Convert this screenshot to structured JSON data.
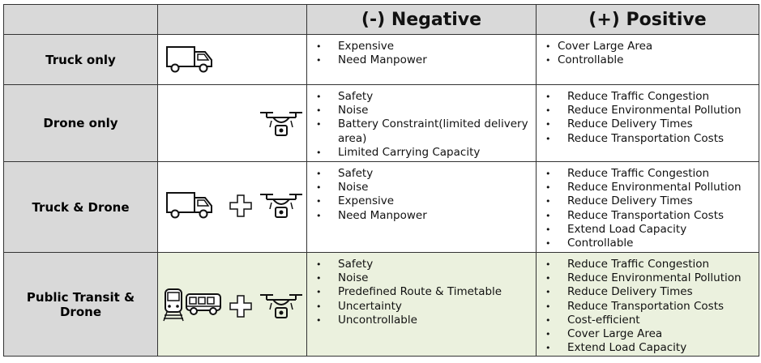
{
  "header": {
    "negative": "(-) Negative",
    "positive": "(+) Positive"
  },
  "rows": [
    {
      "label": "Truck only",
      "negative": [
        "Expensive",
        "Need Manpower"
      ],
      "positive": [
        "Cover Large Area",
        "Controllable"
      ]
    },
    {
      "label": "Drone only",
      "negative": [
        "Safety",
        "Noise",
        "Battery Constraint(limited delivery area)",
        "Limited Carrying Capacity"
      ],
      "positive": [
        "Reduce Traffic Congestion",
        "Reduce Environmental Pollution",
        "Reduce Delivery Times",
        "Reduce Transportation Costs"
      ]
    },
    {
      "label": "Truck & Drone",
      "negative": [
        "Safety",
        "Noise",
        "Expensive",
        "Need Manpower"
      ],
      "positive": [
        "Reduce Traffic Congestion",
        "Reduce Environmental Pollution",
        "Reduce Delivery Times",
        "Reduce Transportation Costs",
        "Extend Load Capacity",
        "Controllable"
      ]
    },
    {
      "label": "Public Transit & Drone",
      "negative": [
        "Safety",
        "Noise",
        "Predefined Route & Timetable",
        "Uncertainty",
        "Uncontrollable"
      ],
      "positive": [
        "Reduce Traffic Congestion",
        "Reduce Environmental Pollution",
        "Reduce Delivery Times",
        "Reduce Transportation Costs",
        "Cost-efficient",
        "Cover Large Area",
        "Extend Load Capacity"
      ]
    }
  ],
  "colors": {
    "header_bg": "#d9d9d9",
    "highlight_bg": "#ebf1de",
    "border": "#333333"
  }
}
